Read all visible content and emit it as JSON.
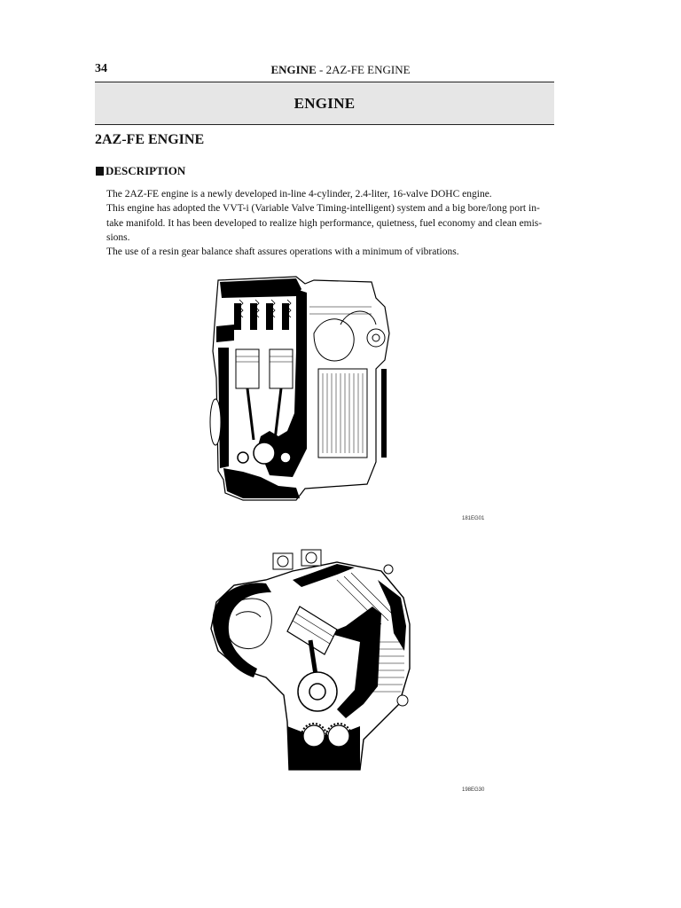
{
  "header": {
    "page_number": "34",
    "running_head_bold": "ENGINE",
    "running_head_rest": " - 2AZ-FE ENGINE"
  },
  "banner": {
    "title": "ENGINE"
  },
  "section": {
    "title": "2AZ-FE ENGINE"
  },
  "subsection": {
    "title": "DESCRIPTION"
  },
  "body": {
    "lines": [
      "The 2AZ-FE engine is a newly developed in-line 4-cylinder, 2.4-liter, 16-valve DOHC engine.",
      "This engine has adopted the VVT-i (Variable Valve Timing-intelligent) system and a big bore/long port in-",
      "take manifold. It has been developed to realize high performance, quietness, fuel economy and clean emis-",
      "sions.",
      "The use of a resin gear balance shaft assures operations with a minimum of vibrations."
    ]
  },
  "figures": [
    {
      "caption": "181EG01",
      "icon": "engine-side-cutaway"
    },
    {
      "caption": "198EG30",
      "icon": "engine-cross-section"
    }
  ]
}
